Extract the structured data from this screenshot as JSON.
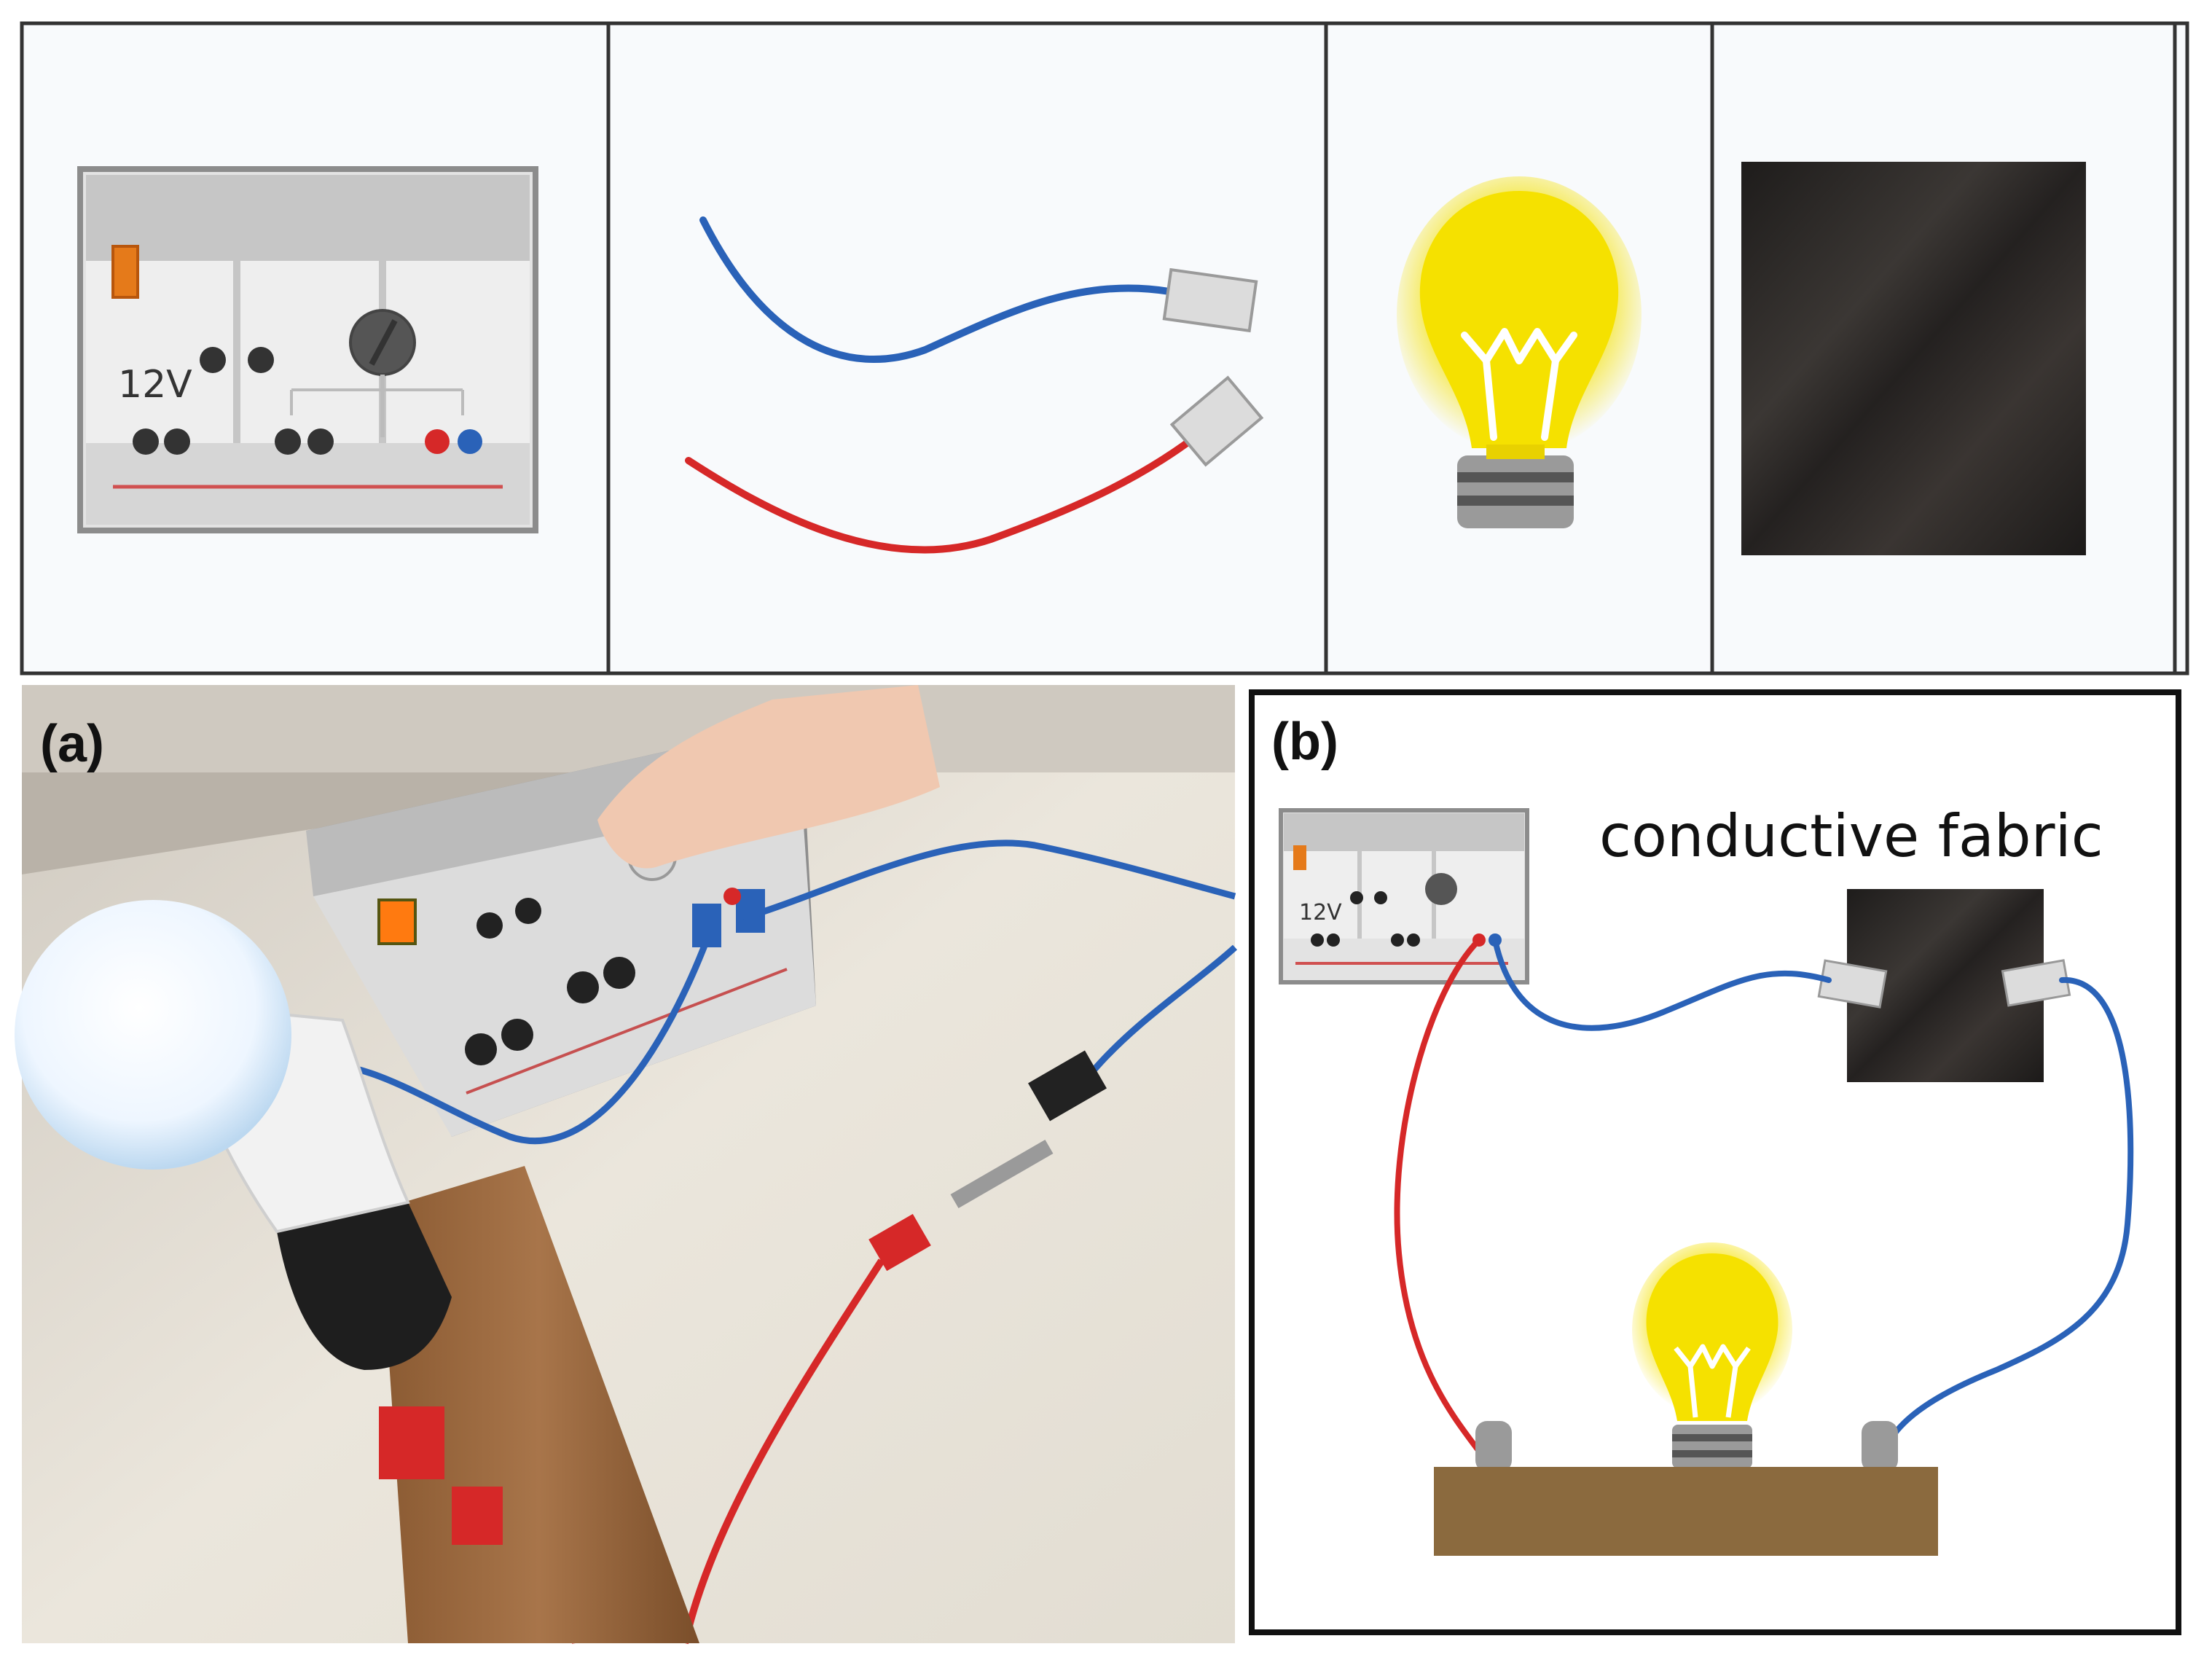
{
  "components": {
    "power_supply_label": "12V"
  },
  "panel_a": {
    "label": "(a)"
  },
  "panel_b": {
    "label": "(b)",
    "fabric_label": "conductive fabric",
    "supply_label": "12V"
  },
  "colors": {
    "wire_blue": "#2a62b8",
    "wire_red": "#d62828",
    "bulb_yellow": "#f5e100",
    "fabric": "#2a2826",
    "wood": "#8b6a3e",
    "supply_body": "#e3e3e3"
  }
}
